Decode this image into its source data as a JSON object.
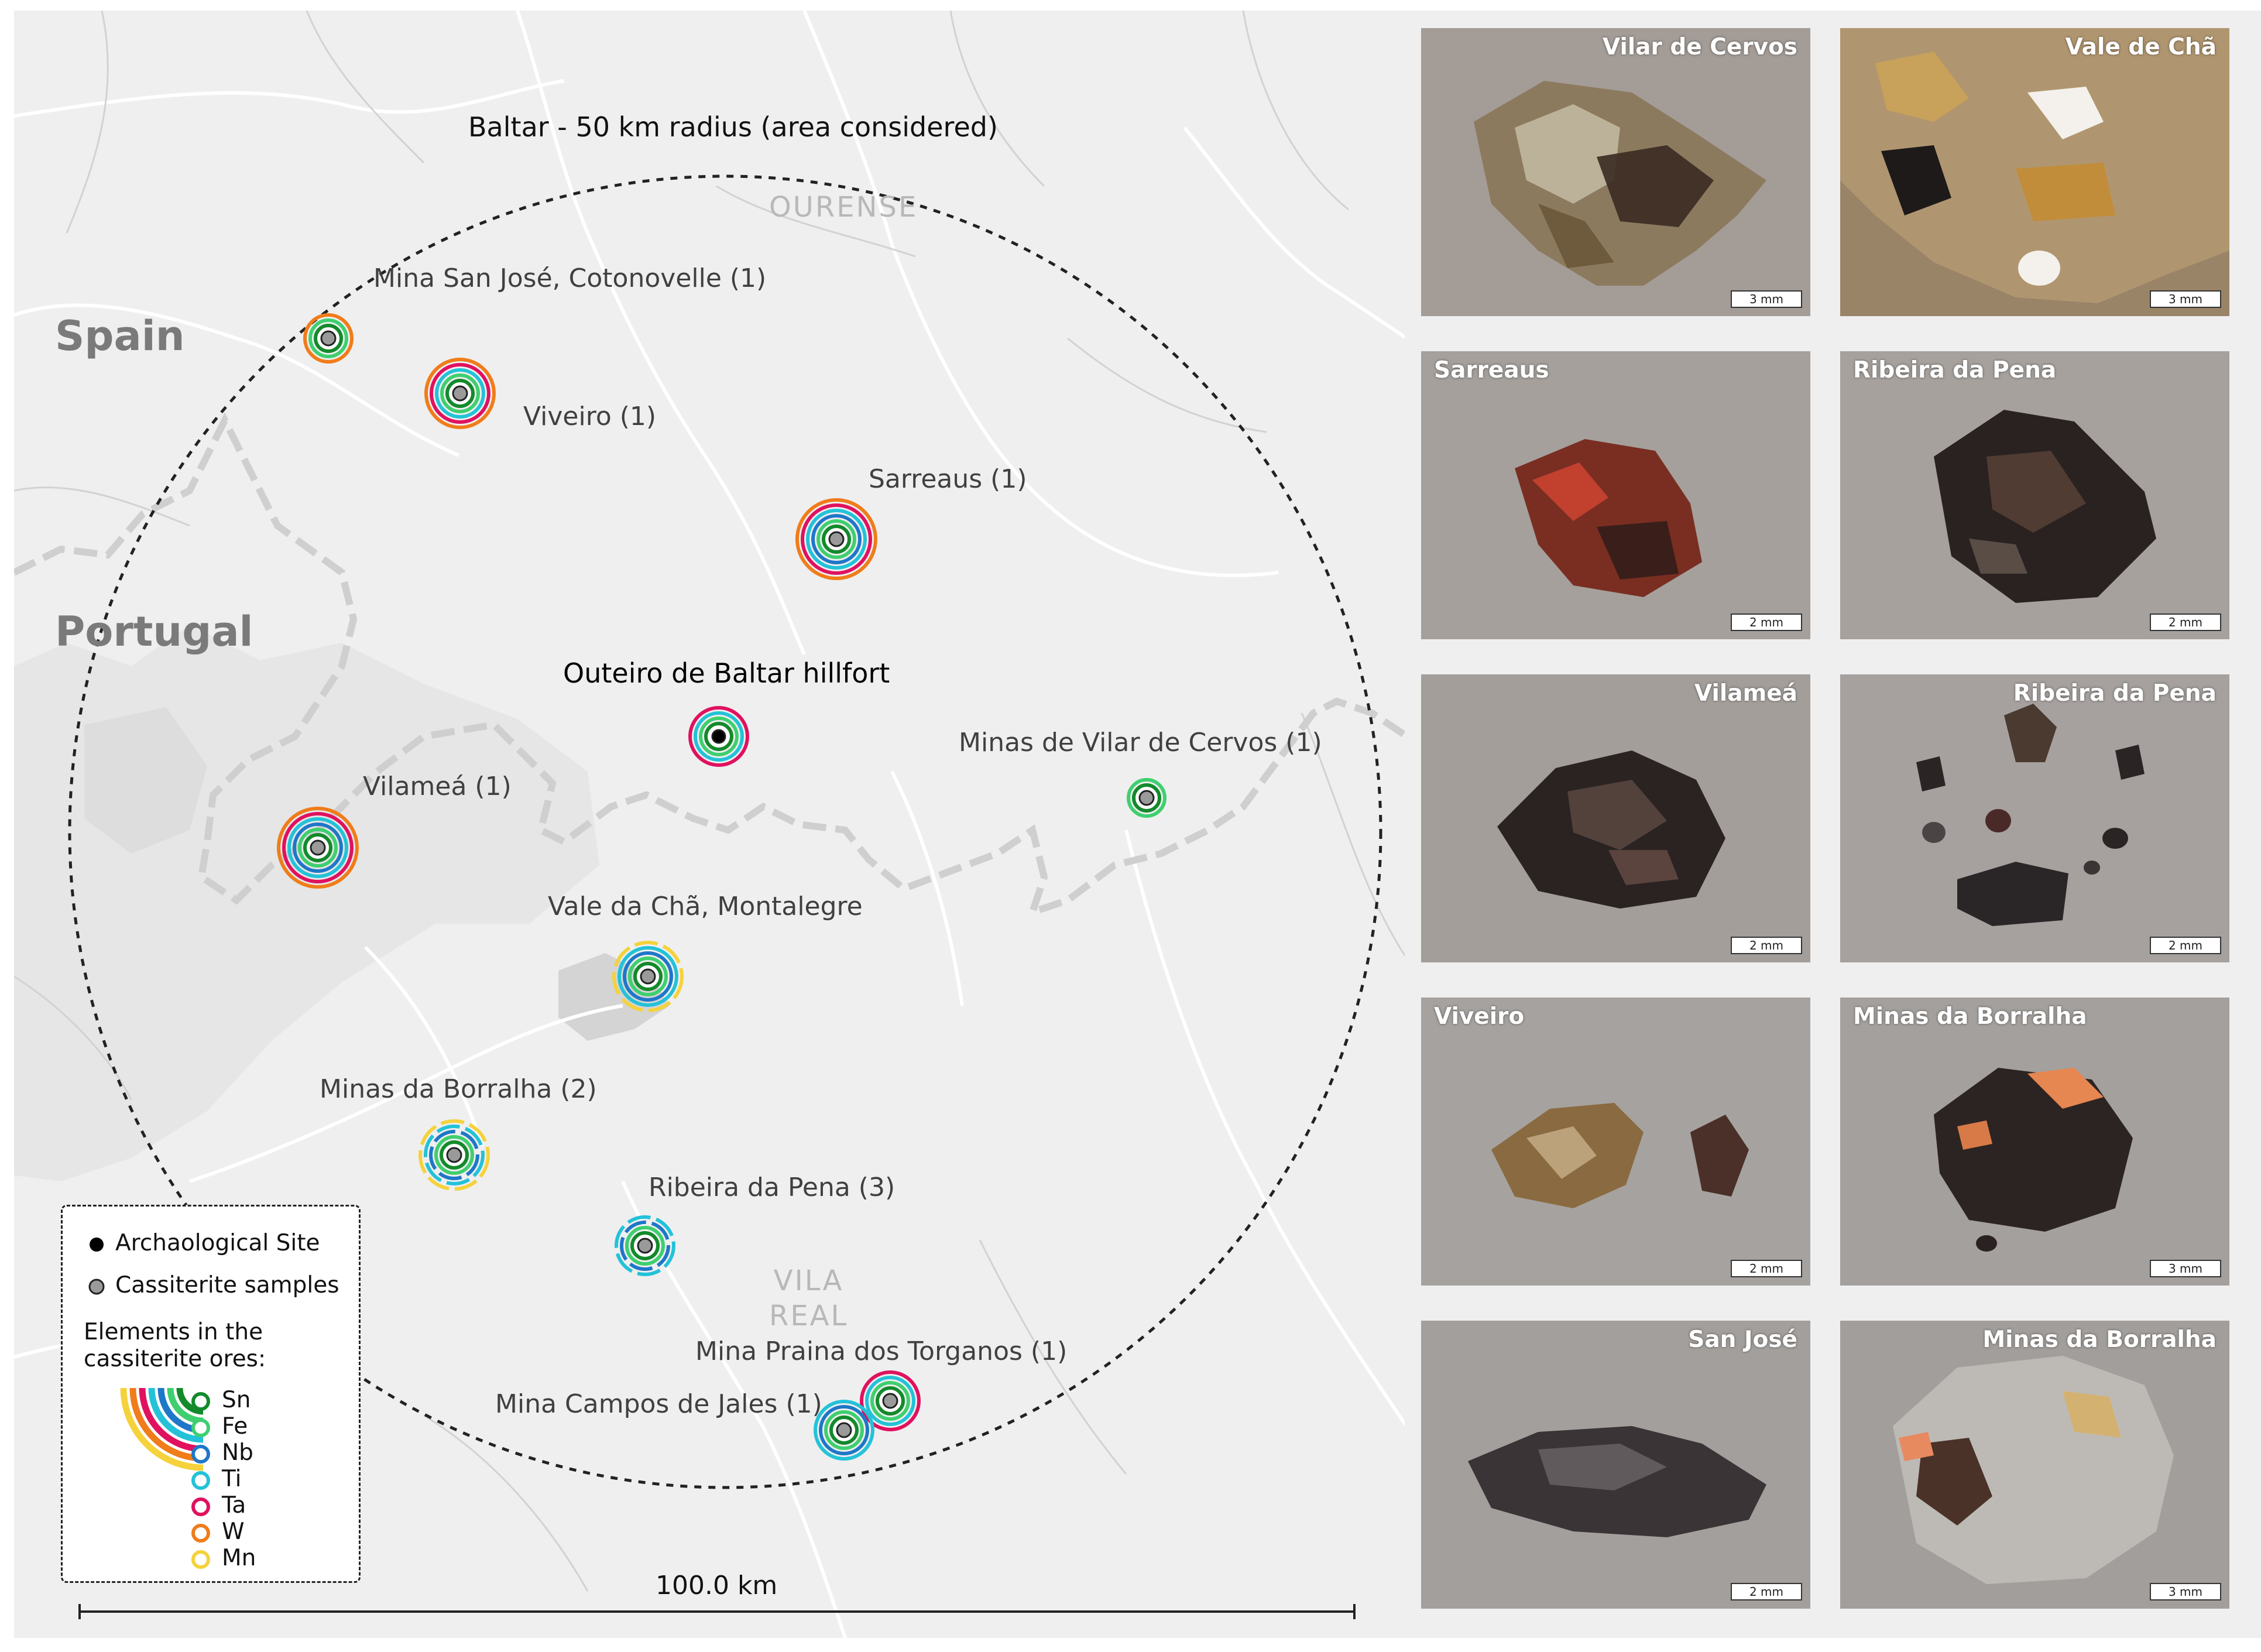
{
  "map": {
    "title": "Baltar - 50 km radius (area considered)",
    "countries": {
      "spain": "Spain",
      "portugal": "Portugal"
    },
    "regions": {
      "ourense": "OURENSE",
      "vila_real": "VILA\nREAL"
    },
    "hillfort": {
      "name": "Outeiro de Baltar hillfort",
      "elements": [
        "Sn",
        "Fe",
        "Ti",
        "Ta"
      ]
    },
    "sites": [
      {
        "id": "san-jose",
        "label": "Mina San José, Cotonovelle (1)",
        "elements": [
          "Sn",
          "Fe",
          "W"
        ]
      },
      {
        "id": "viveiro",
        "label": "Viveiro (1)",
        "elements": [
          "Sn",
          "Fe",
          "Ti",
          "Ta",
          "W"
        ]
      },
      {
        "id": "sarreaus",
        "label": "Sarreaus (1)",
        "elements": [
          "Sn",
          "Fe",
          "Nb",
          "Ti",
          "Ta",
          "W"
        ]
      },
      {
        "id": "vilar-de-cervos",
        "label": "Minas de Vilar de Cervos (1)",
        "elements": [
          "Sn",
          "Fe"
        ]
      },
      {
        "id": "vilamea",
        "label": "Vilameá (1)",
        "elements": [
          "Sn",
          "Fe",
          "Nb",
          "Ti",
          "Ta",
          "W"
        ]
      },
      {
        "id": "vale-da-cha",
        "label": "Vale da Chã, Montalegre",
        "elements": [
          "Sn",
          "Fe",
          "Nb",
          "Ti",
          "Mn"
        ]
      },
      {
        "id": "borralha",
        "label": "Minas da Borralha (2)",
        "elements": [
          "Sn",
          "Fe",
          "Nb",
          "Ti",
          "Mn"
        ]
      },
      {
        "id": "ribeira-da-pena",
        "label": "Ribeira da Pena (3)",
        "elements": [
          "Sn",
          "Fe",
          "Nb",
          "Ti"
        ]
      },
      {
        "id": "praina",
        "label": "Mina Praina dos Torganos (1)",
        "elements": [
          "Sn",
          "Fe",
          "Ti",
          "Ta"
        ]
      },
      {
        "id": "campos-de-jales",
        "label": "Mina Campos de Jales (1)",
        "elements": [
          "Sn",
          "Fe",
          "Nb",
          "Ti"
        ]
      }
    ],
    "legend": {
      "archaeological_site": "Archaological Site",
      "cassiterite_samples": "Cassiterite samples",
      "elements_title_1": "Elements in the",
      "elements_title_2": "cassiterite ores:",
      "elements": [
        {
          "name": "Sn",
          "color": "#138a2b"
        },
        {
          "name": "Fe",
          "color": "#3fcf6f"
        },
        {
          "name": "Nb",
          "color": "#1f77c8"
        },
        {
          "name": "Ti",
          "color": "#23c2d8"
        },
        {
          "name": "Ta",
          "color": "#e0115f"
        },
        {
          "name": "W",
          "color": "#f07c1a"
        },
        {
          "name": "Mn",
          "color": "#f5d23c"
        }
      ]
    },
    "scale_bar": "100.0 km"
  },
  "photos": [
    {
      "label": "Vilar de Cervos",
      "label_side": "right",
      "scale": "3 mm"
    },
    {
      "label": "Vale de Chã",
      "label_side": "right",
      "scale": "3 mm"
    },
    {
      "label": "Sarreaus",
      "label_side": "left",
      "scale": "2 mm"
    },
    {
      "label": "Ribeira da Pena",
      "label_side": "left",
      "scale": "2 mm"
    },
    {
      "label": "Vilameá",
      "label_side": "right",
      "scale": "2 mm"
    },
    {
      "label": "Ribeira da Pena",
      "label_side": "right",
      "scale": "2 mm"
    },
    {
      "label": "Viveiro",
      "label_side": "left",
      "scale": "2 mm"
    },
    {
      "label": "Minas da Borralha",
      "label_side": "left",
      "scale": "3 mm"
    },
    {
      "label": "San José",
      "label_side": "right",
      "scale": "2 mm"
    },
    {
      "label": "Minas da Borralha",
      "label_side": "right",
      "scale": "3 mm"
    }
  ]
}
